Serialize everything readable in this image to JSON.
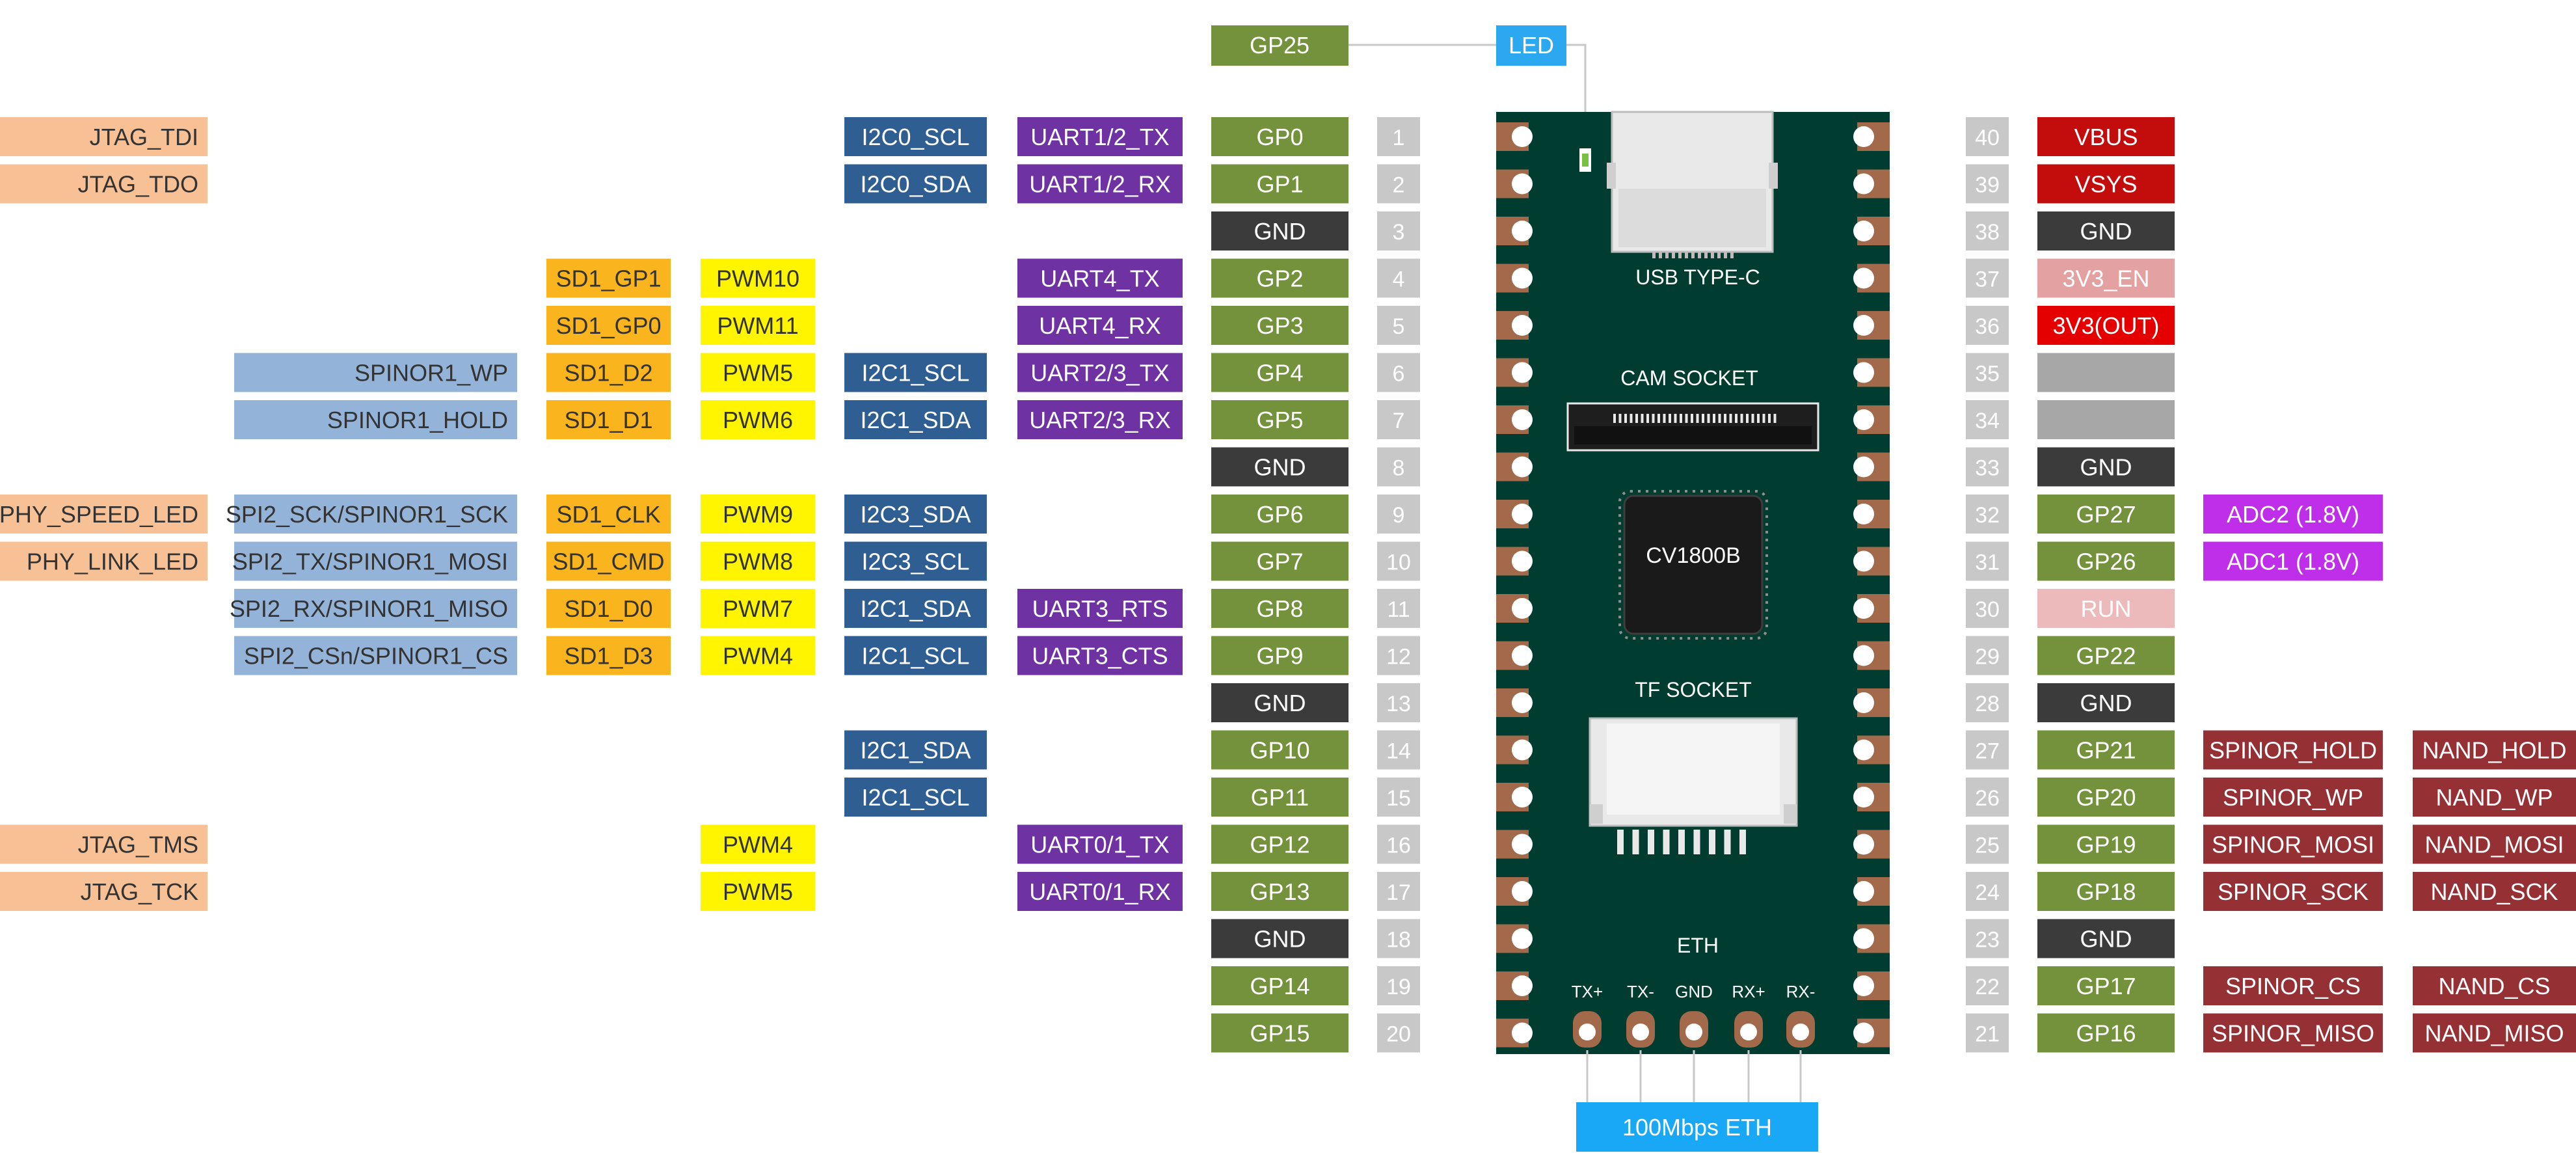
{
  "colors": {
    "jtag": "#f8c195",
    "spinor_blue": "#94b3d8",
    "sd1": "#fab41e",
    "pwm": "#fff500",
    "i2c": "#2f5e93",
    "uart": "#6f32a2",
    "gp": "#74923c",
    "gnd": "#3b3b3b",
    "pin_number": "#c8c8c8",
    "led": "#2ba8f0",
    "board": "#003d30",
    "vbus": "#c30d0d",
    "3v3_en": "#e4a1a1",
    "3v3_out": "#e50000",
    "run": "#ecbaba",
    "nc": "#a7a7a7",
    "adc": "#bf2ee8",
    "spinor_red": "#953034",
    "eth": "#18a8f5"
  },
  "top": {
    "gp25": "GP25",
    "led": "LED"
  },
  "board": {
    "usb_label": "USB TYPE-C",
    "cam_label": "CAM SOCKET",
    "chip_label": "CV1800B",
    "tf_label": "TF SOCKET",
    "eth_label": "ETH",
    "eth_pins": [
      "TX+",
      "TX-",
      "GND",
      "RX+",
      "RX-"
    ],
    "eth_box": "100Mbps ETH"
  },
  "left_rows": [
    {
      "pin": "1",
      "name": "GP0",
      "type": "gp",
      "uart": "UART1/2_TX",
      "i2c": "I2C0_SCL",
      "jtag": "JTAG_TDI"
    },
    {
      "pin": "2",
      "name": "GP1",
      "type": "gp",
      "uart": "UART1/2_RX",
      "i2c": "I2C0_SDA",
      "jtag": "JTAG_TDO"
    },
    {
      "pin": "3",
      "name": "GND",
      "type": "gnd"
    },
    {
      "pin": "4",
      "name": "GP2",
      "type": "gp",
      "uart": "UART4_TX",
      "pwm": "PWM10",
      "sd": "SD1_GP1"
    },
    {
      "pin": "5",
      "name": "GP3",
      "type": "gp",
      "uart": "UART4_RX",
      "pwm": "PWM11",
      "sd": "SD1_GP0"
    },
    {
      "pin": "6",
      "name": "GP4",
      "type": "gp",
      "uart": "UART2/3_TX",
      "i2c": "I2C1_SCL",
      "pwm": "PWM5",
      "sd": "SD1_D2",
      "spi": "SPINOR1_WP"
    },
    {
      "pin": "7",
      "name": "GP5",
      "type": "gp",
      "uart": "UART2/3_RX",
      "i2c": "I2C1_SDA",
      "pwm": "PWM6",
      "sd": "SD1_D1",
      "spi": "SPINOR1_HOLD"
    },
    {
      "pin": "8",
      "name": "GND",
      "type": "gnd"
    },
    {
      "pin": "9",
      "name": "GP6",
      "type": "gp",
      "i2c": "I2C3_SDA",
      "pwm": "PWM9",
      "sd": "SD1_CLK",
      "spi": "SPI2_SCK/SPINOR1_SCK",
      "jtag": "PHY_SPEED_LED"
    },
    {
      "pin": "10",
      "name": "GP7",
      "type": "gp",
      "i2c": "I2C3_SCL",
      "pwm": "PWM8",
      "sd": "SD1_CMD",
      "spi": "SPI2_TX/SPINOR1_MOSI",
      "jtag": "PHY_LINK_LED"
    },
    {
      "pin": "11",
      "name": "GP8",
      "type": "gp",
      "uart": "UART3_RTS",
      "i2c": "I2C1_SDA",
      "pwm": "PWM7",
      "sd": "SD1_D0",
      "spi": "SPI2_RX/SPINOR1_MISO"
    },
    {
      "pin": "12",
      "name": "GP9",
      "type": "gp",
      "uart": "UART3_CTS",
      "i2c": "I2C1_SCL",
      "pwm": "PWM4",
      "sd": "SD1_D3",
      "spi": "SPI2_CSn/SPINOR1_CS"
    },
    {
      "pin": "13",
      "name": "GND",
      "type": "gnd"
    },
    {
      "pin": "14",
      "name": "GP10",
      "type": "gp",
      "i2c": "I2C1_SDA"
    },
    {
      "pin": "15",
      "name": "GP11",
      "type": "gp",
      "i2c": "I2C1_SCL"
    },
    {
      "pin": "16",
      "name": "GP12",
      "type": "gp",
      "uart": "UART0/1_TX",
      "pwm": "PWM4",
      "jtag": "JTAG_TMS"
    },
    {
      "pin": "17",
      "name": "GP13",
      "type": "gp",
      "uart": "UART0/1_RX",
      "pwm": "PWM5",
      "jtag": "JTAG_TCK"
    },
    {
      "pin": "18",
      "name": "GND",
      "type": "gnd"
    },
    {
      "pin": "19",
      "name": "GP14",
      "type": "gp"
    },
    {
      "pin": "20",
      "name": "GP15",
      "type": "gp"
    }
  ],
  "right_rows": [
    {
      "pin": "40",
      "name": "VBUS",
      "type": "vbus"
    },
    {
      "pin": "39",
      "name": "VSYS",
      "type": "vbus"
    },
    {
      "pin": "38",
      "name": "GND",
      "type": "gnd"
    },
    {
      "pin": "37",
      "name": "3V3_EN",
      "type": "3v3_en"
    },
    {
      "pin": "36",
      "name": "3V3(OUT)",
      "type": "3v3_out"
    },
    {
      "pin": "35",
      "name": "",
      "type": "nc"
    },
    {
      "pin": "34",
      "name": "",
      "type": "nc"
    },
    {
      "pin": "33",
      "name": "GND",
      "type": "gnd"
    },
    {
      "pin": "32",
      "name": "GP27",
      "type": "gp",
      "adc": "ADC2 (1.8V)"
    },
    {
      "pin": "31",
      "name": "GP26",
      "type": "gp",
      "adc": "ADC1 (1.8V)"
    },
    {
      "pin": "30",
      "name": "RUN",
      "type": "run"
    },
    {
      "pin": "29",
      "name": "GP22",
      "type": "gp"
    },
    {
      "pin": "28",
      "name": "GND",
      "type": "gnd"
    },
    {
      "pin": "27",
      "name": "GP21",
      "type": "gp",
      "spinor": "SPINOR_HOLD",
      "nand": "NAND_HOLD"
    },
    {
      "pin": "26",
      "name": "GP20",
      "type": "gp",
      "spinor": "SPINOR_WP",
      "nand": "NAND_WP"
    },
    {
      "pin": "25",
      "name": "GP19",
      "type": "gp",
      "spinor": "SPINOR_MOSI",
      "nand": "NAND_MOSI"
    },
    {
      "pin": "24",
      "name": "GP18",
      "type": "gp",
      "spinor": "SPINOR_SCK",
      "nand": "NAND_SCK"
    },
    {
      "pin": "23",
      "name": "GND",
      "type": "gnd"
    },
    {
      "pin": "22",
      "name": "GP17",
      "type": "gp",
      "spinor": "SPINOR_CS",
      "nand": "NAND_CS"
    },
    {
      "pin": "21",
      "name": "GP16",
      "type": "gp",
      "spinor": "SPINOR_MISO",
      "nand": "NAND_MISO"
    }
  ]
}
